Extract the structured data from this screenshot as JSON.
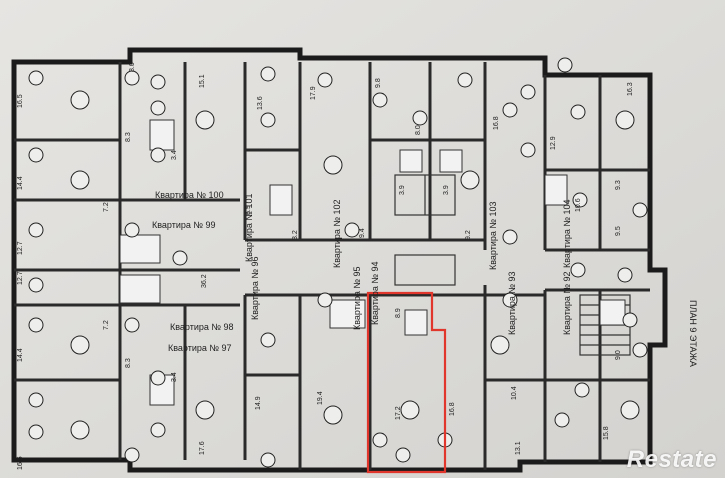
{
  "apartments": {
    "a100": "Квартира № 100",
    "a99": "Квартира № 99",
    "a98": "Квартира № 98",
    "a97": "Квартира № 97",
    "a101": "Квартира № 101",
    "a102": "Квартира № 102",
    "a103": "Квартира № 103",
    "a104": "Квартира № 104",
    "a96": "Квартира № 96",
    "a95": "Квартира № 95",
    "a94": "Квартира № 94",
    "a93": "Квартира № 93",
    "a92": "Квартира № 92"
  },
  "areas": [
    "16.5",
    "8.0",
    "15.1",
    "8.3",
    "3.4",
    "14.4",
    "7.2",
    "12.7",
    "12.7",
    "36.2",
    "7.2",
    "14.4",
    "8.3",
    "3.4",
    "16.5",
    "17.6",
    "13.6",
    "6.9",
    "3.2",
    "17.9",
    "9.8",
    "9.4",
    "16.8",
    "8.0",
    "3.9",
    "3.9",
    "9.2",
    "12.9",
    "16.3",
    "9.3",
    "10.6",
    "9.5",
    "8.9",
    "19.4",
    "17.2",
    "16.8",
    "10.4",
    "13.1",
    "15.8",
    "14.9",
    "9.0"
  ],
  "floor_title": "ПЛАН 9 ЭТАЖА",
  "highlight_color": "#e0362c",
  "watermark": "Restate"
}
